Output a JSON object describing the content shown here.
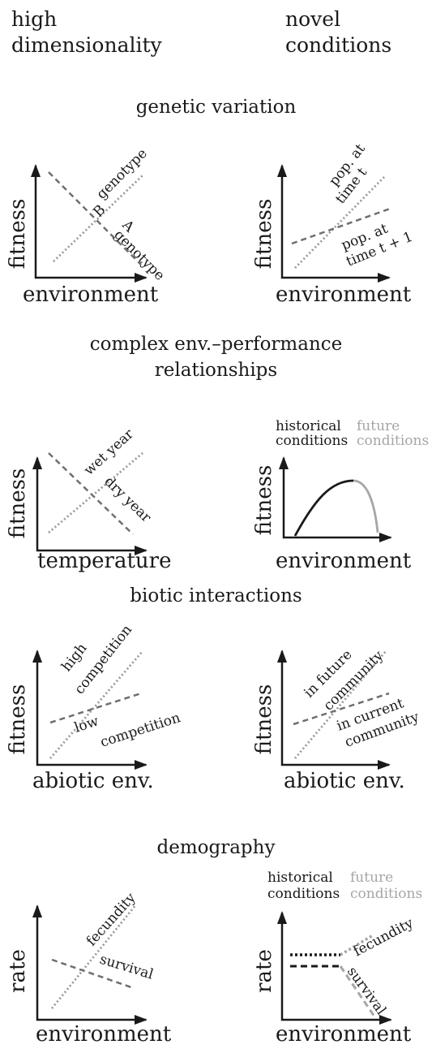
{
  "header": {
    "left": [
      "high",
      "dimensionality"
    ],
    "right": [
      "novel",
      "conditions"
    ]
  },
  "colors": {
    "line": "#1a1a1a",
    "dashed": "#6f6f6f",
    "dotted": "#9a9a9a",
    "future": "#a6a6a6"
  },
  "sections": [
    {
      "title": [
        "genetic variation"
      ],
      "panels": [
        {
          "xlabel": "environment",
          "ylabel": "fitness",
          "labels": [
            [
              "genotype",
              "B"
            ],
            [
              "genotype",
              "A"
            ]
          ]
        },
        {
          "xlabel": "environment",
          "ylabel": "fitness",
          "labels": [
            [
              "pop. at",
              "time t"
            ],
            [
              "pop. at",
              "time t + 1"
            ]
          ]
        }
      ]
    },
    {
      "title": [
        "complex env.–performance",
        "relationships"
      ],
      "panels": [
        {
          "xlabel": "temperature",
          "ylabel": "fitness",
          "labels": [
            [
              "wet year"
            ],
            [
              "dry year"
            ]
          ]
        },
        {
          "xlabel": "environment",
          "ylabel": "fitness",
          "labels": [
            [
              "historical",
              "conditions"
            ],
            [
              "future",
              "conditions"
            ]
          ]
        }
      ]
    },
    {
      "title": [
        "biotic interactions"
      ],
      "panels": [
        {
          "xlabel": "abiotic env.",
          "ylabel": "fitness",
          "labels": [
            [
              "high",
              "competition"
            ],
            [
              "low",
              "competition"
            ]
          ]
        },
        {
          "xlabel": "abiotic env.",
          "ylabel": "fitness",
          "labels": [
            [
              "in future",
              "community"
            ],
            [
              "in current",
              "community"
            ]
          ]
        }
      ]
    },
    {
      "title": [
        "demography"
      ],
      "panels": [
        {
          "xlabel": "environment",
          "ylabel": "rate",
          "labels": [
            [
              "fecundity"
            ],
            [
              "survival"
            ]
          ]
        },
        {
          "xlabel": "environment",
          "ylabel": "rate",
          "labels": [
            [
              "historical",
              "conditions"
            ],
            [
              "future",
              "conditions"
            ],
            [
              "fecundity"
            ],
            [
              "survival"
            ]
          ]
        }
      ]
    }
  ]
}
